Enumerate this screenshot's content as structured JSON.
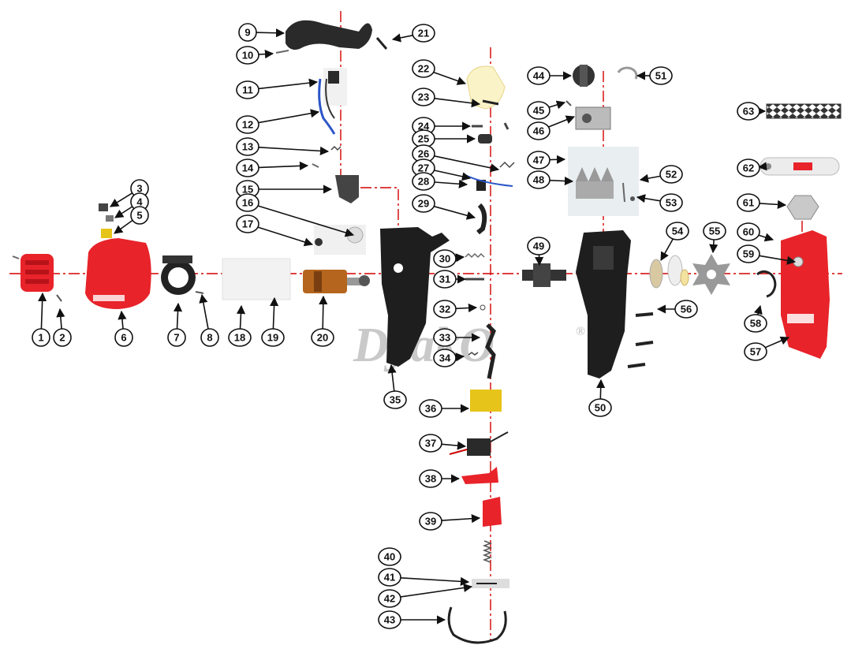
{
  "watermark": {
    "text": "DyakO",
    "registered": "®"
  },
  "colors": {
    "axis": "#d40000",
    "part_red": "#e8232a",
    "dark": "#1c1c1c",
    "label_ring": "#111111"
  },
  "labels": [
    {
      "id": "1",
      "part": "rear-cap",
      "icon": "rear-cap-icon"
    },
    {
      "id": "2",
      "part": "screw",
      "icon": "screw-icon"
    },
    {
      "id": "3",
      "part": "carbon-brush",
      "icon": "brush-icon"
    },
    {
      "id": "4",
      "part": "brush-spring",
      "icon": "spring-icon"
    },
    {
      "id": "5",
      "part": "brush-holder",
      "icon": "brush-holder-icon"
    },
    {
      "id": "6",
      "part": "motor-housing",
      "icon": "motor-housing-icon"
    },
    {
      "id": "7",
      "part": "bearing-bracket",
      "icon": "bracket-icon"
    },
    {
      "id": "8",
      "part": "screw",
      "icon": "screw-icon"
    },
    {
      "id": "9",
      "part": "front-handle",
      "icon": "handle-icon"
    },
    {
      "id": "10",
      "part": "screw",
      "icon": "screw-icon"
    },
    {
      "id": "11",
      "part": "thermal-switch",
      "icon": "switch-icon"
    },
    {
      "id": "12",
      "part": "wire",
      "icon": "wire-icon"
    },
    {
      "id": "13",
      "part": "spring",
      "icon": "spring-icon"
    },
    {
      "id": "14",
      "part": "screw",
      "icon": "screw-icon"
    },
    {
      "id": "15",
      "part": "brake-lever",
      "icon": "lever-icon"
    },
    {
      "id": "16",
      "part": "washer",
      "icon": "washer-icon"
    },
    {
      "id": "17",
      "part": "bearing",
      "icon": "bearing-icon"
    },
    {
      "id": "18",
      "part": "stator",
      "icon": "stator-icon"
    },
    {
      "id": "19",
      "part": "stator-windings",
      "icon": "stator-icon"
    },
    {
      "id": "20",
      "part": "armature",
      "icon": "armature-icon"
    },
    {
      "id": "21",
      "part": "screw",
      "icon": "screw-icon"
    },
    {
      "id": "22",
      "part": "oil-tank",
      "icon": "tank-icon"
    },
    {
      "id": "23",
      "part": "oil-hose",
      "icon": "hose-icon"
    },
    {
      "id": "24",
      "part": "screw",
      "icon": "screw-icon"
    },
    {
      "id": "25",
      "part": "clamp",
      "icon": "clamp-icon"
    },
    {
      "id": "26",
      "part": "spring",
      "icon": "spring-icon"
    },
    {
      "id": "27",
      "part": "oil-pump",
      "icon": "pump-icon"
    },
    {
      "id": "28",
      "part": "pump-hose",
      "icon": "hose-icon"
    },
    {
      "id": "29",
      "part": "lever",
      "icon": "lever-icon"
    },
    {
      "id": "30",
      "part": "spring",
      "icon": "spring-icon"
    },
    {
      "id": "31",
      "part": "pin",
      "icon": "pin-icon"
    },
    {
      "id": "32",
      "part": "o-ring",
      "icon": "ring-icon"
    },
    {
      "id": "33",
      "part": "lock-lever",
      "icon": "lever-icon"
    },
    {
      "id": "34",
      "part": "spring",
      "icon": "spring-icon"
    },
    {
      "id": "35",
      "part": "housing-left-half",
      "icon": "housing-icon"
    },
    {
      "id": "36",
      "part": "capacitor",
      "icon": "capacitor-icon"
    },
    {
      "id": "37",
      "part": "switch",
      "icon": "switch-icon"
    },
    {
      "id": "38",
      "part": "lock-button",
      "icon": "button-icon"
    },
    {
      "id": "39",
      "part": "trigger",
      "icon": "trigger-icon"
    },
    {
      "id": "40",
      "part": "spring",
      "icon": "spring-icon"
    },
    {
      "id": "41",
      "part": "cable-clamp",
      "icon": "clamp-icon"
    },
    {
      "id": "42",
      "part": "screw",
      "icon": "screw-icon"
    },
    {
      "id": "43",
      "part": "power-cord",
      "icon": "cord-icon"
    },
    {
      "id": "44",
      "part": "tension-knob",
      "icon": "knob-icon"
    },
    {
      "id": "45",
      "part": "screw",
      "icon": "screw-icon"
    },
    {
      "id": "46",
      "part": "tensioner-plate",
      "icon": "plate-icon"
    },
    {
      "id": "47",
      "part": "screw",
      "icon": "screw-icon"
    },
    {
      "id": "48",
      "part": "bumper-spike",
      "icon": "spike-icon"
    },
    {
      "id": "49",
      "part": "gear-shaft",
      "icon": "shaft-icon"
    },
    {
      "id": "50",
      "part": "housing-right-half",
      "icon": "housing-icon"
    },
    {
      "id": "51",
      "part": "circlip",
      "icon": "circlip-icon"
    },
    {
      "id": "52",
      "part": "screw",
      "icon": "screw-icon"
    },
    {
      "id": "53",
      "part": "nut",
      "icon": "nut-icon"
    },
    {
      "id": "54",
      "part": "washer",
      "icon": "washer-icon"
    },
    {
      "id": "55",
      "part": "sprocket",
      "icon": "sprocket-icon"
    },
    {
      "id": "56",
      "part": "screw",
      "icon": "screw-icon"
    },
    {
      "id": "57",
      "part": "sprocket-cover",
      "icon": "cover-icon"
    },
    {
      "id": "58",
      "part": "circlip",
      "icon": "circlip-icon"
    },
    {
      "id": "59",
      "part": "cover-nut",
      "icon": "nut-icon"
    },
    {
      "id": "60",
      "part": "cover",
      "icon": "cover-icon"
    },
    {
      "id": "61",
      "part": "nut",
      "icon": "nut-icon"
    },
    {
      "id": "62",
      "part": "guide-bar",
      "icon": "bar-icon"
    },
    {
      "id": "63",
      "part": "saw-chain",
      "icon": "chain-icon"
    }
  ]
}
